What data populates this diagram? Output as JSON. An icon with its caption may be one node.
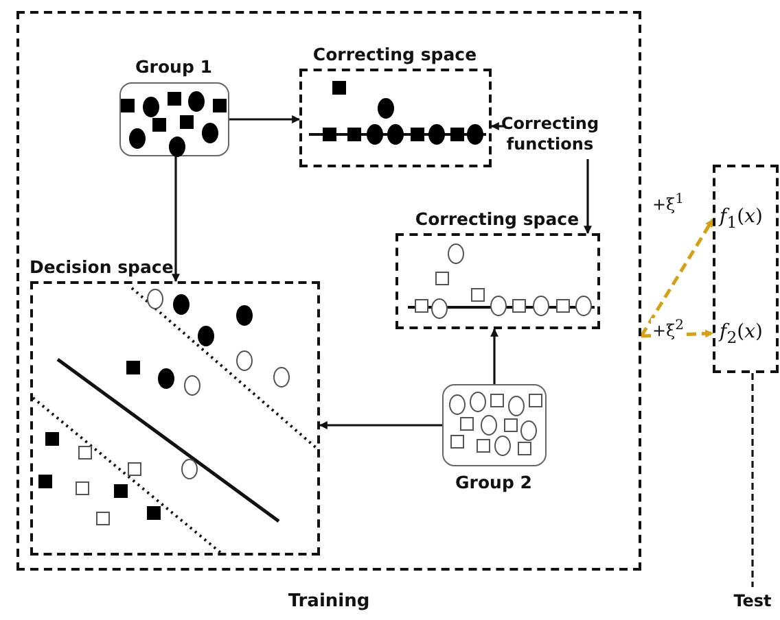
{
  "diagram": {
    "nodes": [
      {
        "text": [
          "Training"
        ]
      },
      {
        "text": [
          "Group 1"
        ],
        "in": 0
      },
      {
        "text": [
          "Correcting space"
        ],
        "in": 0
      },
      {
        "text": [
          "Correcting functions"
        ],
        "in": 0
      },
      {
        "text": [
          "Correcting space"
        ],
        "in": 0
      },
      {
        "text": [
          "Group 2"
        ],
        "in": 0
      },
      {
        "text": [
          "Decision space"
        ],
        "in": 0
      },
      {
        "text": [
          "*f*$_{1}$(*x*)",
          "*f*$_{2}$(*x*)"
        ]
      },
      {
        "text": [
          "Test"
        ]
      }
    ],
    "edges": [
      {
        "from": 1,
        "to": 2,
        "arrow": "to"
      },
      {
        "from": 1,
        "to": 6,
        "arrow": "to"
      },
      {
        "from": 3,
        "to": 2,
        "arrow": "to"
      },
      {
        "from": 3,
        "to": 4,
        "arrow": "to"
      },
      {
        "from": 5,
        "to": 4,
        "arrow": "to"
      },
      {
        "from": 5,
        "to": 6,
        "arrow": "to"
      },
      {
        "from": 0,
        "to": 7,
        "arrow": "to",
        "label": "+ξ$^{1}$",
        "style": "dashed",
        "color": "#d4a017"
      },
      {
        "from": 0,
        "to": 7,
        "arrow": "to",
        "label": "+ξ$^{2}$",
        "style": "dashed",
        "color": "#d4a017"
      },
      {
        "from": 7,
        "to": 8,
        "arrow": "none",
        "style": "dashed"
      }
    ]
  }
}
